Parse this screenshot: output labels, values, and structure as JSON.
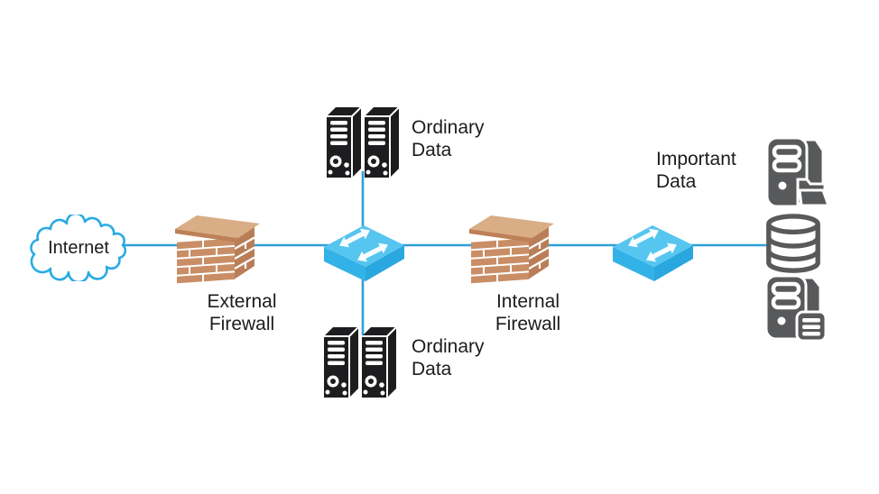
{
  "colors": {
    "line_blue": "#2f9fd8",
    "cloud_stroke": "#29abe2",
    "switch_top": "#56c5f0",
    "switch_left": "#33b2e8",
    "switch_front": "#29a7de",
    "brick_front": "#c98e66",
    "brick_cap": "#d9ad85",
    "brick_edge": "#bd8057",
    "brick_side": "#b97e58",
    "server_black": "#1d1d1f",
    "icon_gray": "#58595b",
    "text_color": "#1c1c1c"
  },
  "nodes": {
    "internet": {
      "label": "Internet"
    },
    "external_firewall": {
      "line1": "External",
      "line2": "Firewall"
    },
    "internal_firewall": {
      "line1": "Internal",
      "line2": "Firewall"
    },
    "ordinary_data_top": {
      "line1": "Ordinary",
      "line2": "Data"
    },
    "ordinary_data_bottom": {
      "line1": "Ordinary",
      "line2": "Data"
    },
    "important_data": {
      "line1": "Important",
      "line2": "Data"
    }
  },
  "icons": {
    "internet": "cloud-icon",
    "external_firewall": "firewall-brick-wall-icon",
    "dmz_switch": "network-switch-icon",
    "internal_switch": "network-switch-icon",
    "ordinary_data_top": "server-tower-pair-icon",
    "ordinary_data_bottom": "server-tower-pair-icon",
    "important_data_server_folder": "server-with-open-folder-icon",
    "important_data_database": "database-cylinder-icon",
    "important_data_server_drives": "server-with-drives-icon"
  }
}
